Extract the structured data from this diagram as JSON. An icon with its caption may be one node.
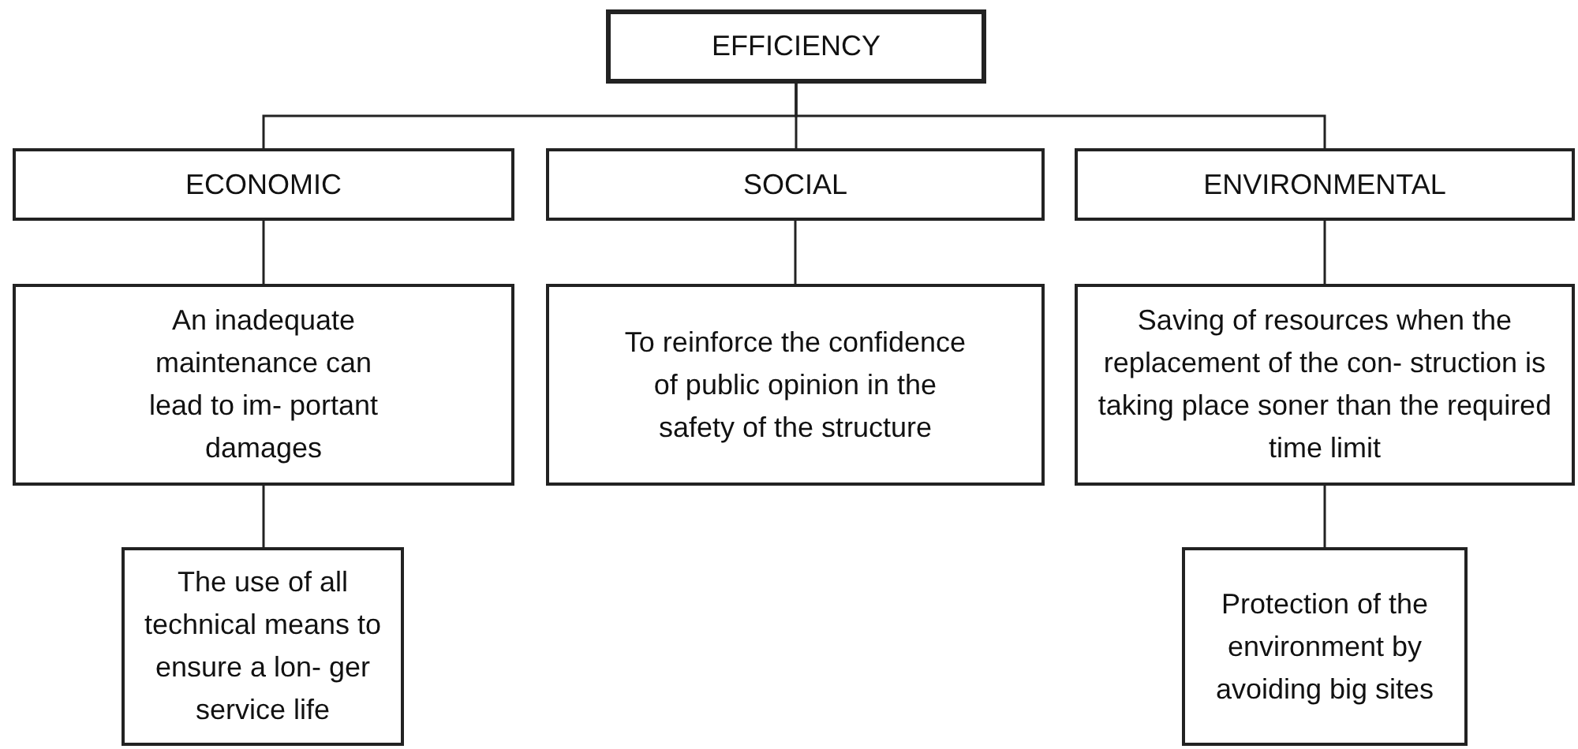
{
  "diagram": {
    "nodes": [
      {
        "text": [
          "EFFICIENCY"
        ]
      },
      {
        "text": [
          "ECONOMIC"
        ]
      },
      {
        "text": [
          "SOCIAL"
        ]
      },
      {
        "text": [
          "ENVIRONMENTAL"
        ]
      },
      {
        "text": [
          "An inadequate maintenance can lead to im- portant damages"
        ]
      },
      {
        "text": [
          "To reinforce the confidence of public opinion in the safety of the structure"
        ]
      },
      {
        "text": [
          "Saving of resources when the replacement of the con- struction is taking place soner than the required time limit"
        ]
      },
      {
        "text": [
          "The use of all technical means to ensure a lon- ger service life"
        ]
      },
      {
        "text": [
          "Protection of the environment by avoiding big sites"
        ]
      }
    ],
    "edges": [
      {
        "from": 0,
        "to": 1,
        "arrow": "none"
      },
      {
        "from": 0,
        "to": 2,
        "arrow": "none"
      },
      {
        "from": 0,
        "to": 3,
        "arrow": "none"
      },
      {
        "from": 1,
        "to": 4,
        "arrow": "none"
      },
      {
        "from": 2,
        "to": 5,
        "arrow": "none"
      },
      {
        "from": 3,
        "to": 6,
        "arrow": "none"
      },
      {
        "from": 4,
        "to": 7,
        "arrow": "none"
      },
      {
        "from": 6,
        "to": 8,
        "arrow": "none"
      }
    ]
  }
}
